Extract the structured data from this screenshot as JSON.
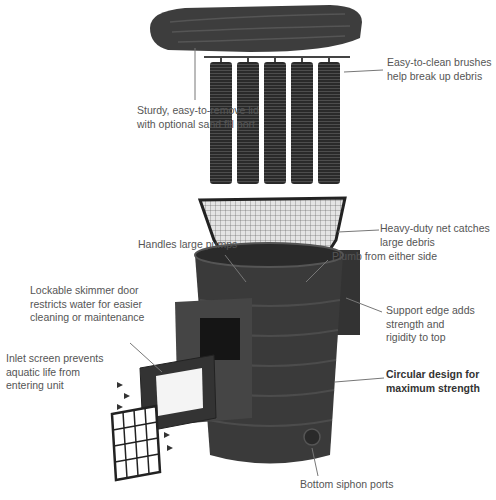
{
  "diagram": {
    "labels": [
      "Sturdy, easy-to-remove lid with optional sand fill port",
      "Easy-to-clean brushes help break up debris",
      "Heavy-duty net catches large debris",
      "Handles large pumps",
      "Plumb from either side",
      "Lockable skimmer door restricts water for easier cleaning or maintenance",
      "Support edge adds strength and rigidity to top",
      "Inlet screen prevents aquatic life from entering unit",
      "Circular design for maximum strength",
      "Bottom siphon ports"
    ]
  }
}
